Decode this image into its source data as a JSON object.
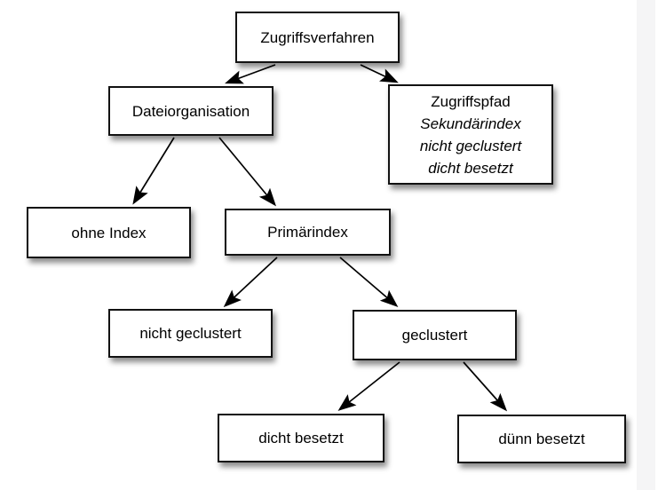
{
  "diagram": {
    "nodes": {
      "root": {
        "label": "Zugriffsverfahren"
      },
      "dateiorganisation": {
        "label": "Dateiorganisation"
      },
      "zugriffspfad": {
        "line1": "Zugriffspfad",
        "line2": "Sekundärindex",
        "line3": "nicht geclustert",
        "line4": "dicht besetzt"
      },
      "ohne_index": {
        "label": "ohne Index"
      },
      "primaerindex": {
        "label": "Primärindex"
      },
      "nicht_geclustert": {
        "label": "nicht geclustert"
      },
      "geclustert": {
        "label": "geclustert"
      },
      "dicht_besetzt": {
        "label": "dicht besetzt"
      },
      "duenn_besetzt": {
        "label": "dünn besetzt"
      }
    },
    "edges": [
      {
        "from": "Zugriffsverfahren",
        "to": "Dateiorganisation"
      },
      {
        "from": "Zugriffsverfahren",
        "to": "Zugriffspfad"
      },
      {
        "from": "Dateiorganisation",
        "to": "ohne Index"
      },
      {
        "from": "Dateiorganisation",
        "to": "Primärindex"
      },
      {
        "from": "Primärindex",
        "to": "nicht geclustert"
      },
      {
        "from": "Primärindex",
        "to": "geclustert"
      },
      {
        "from": "geclustert",
        "to": "dicht besetzt"
      },
      {
        "from": "geclustert",
        "to": "dünn besetzt"
      }
    ],
    "colors": {
      "background": "#ffffff",
      "box_fill": "#ffffff",
      "box_border": "#121212",
      "text": "#000000",
      "arrow": "#000000",
      "shadow": "rgba(0,0,0,0.45)",
      "right_edge_band": "#f5f5f6"
    }
  }
}
